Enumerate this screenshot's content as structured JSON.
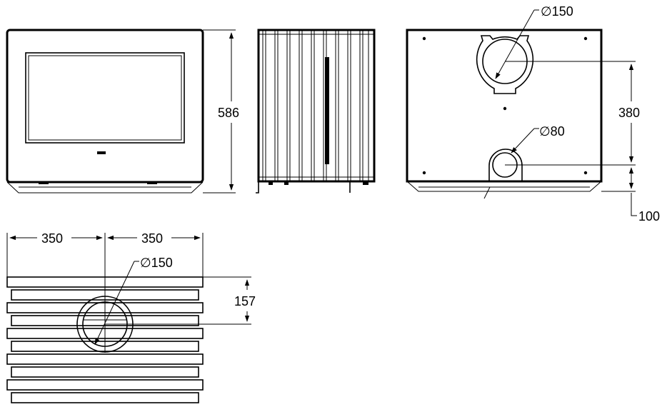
{
  "dimensions": {
    "front_height": "586",
    "top_flue_diameter": "∅150",
    "flue_spacing": "380",
    "air_inlet_diameter": "∅80",
    "air_inlet_height": "100",
    "left_width": "350",
    "right_width": "350",
    "rear_flue_diameter": "∅150",
    "rear_flue_height": "157"
  }
}
